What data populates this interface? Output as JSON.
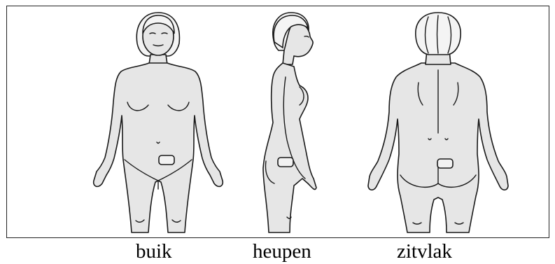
{
  "labels": {
    "front": "buik",
    "side": "heupen",
    "back": "zitvlak"
  },
  "colors": {
    "skin": "#e6e6e6",
    "outline": "#1a1a1a",
    "patch": "#f2f2f2"
  }
}
